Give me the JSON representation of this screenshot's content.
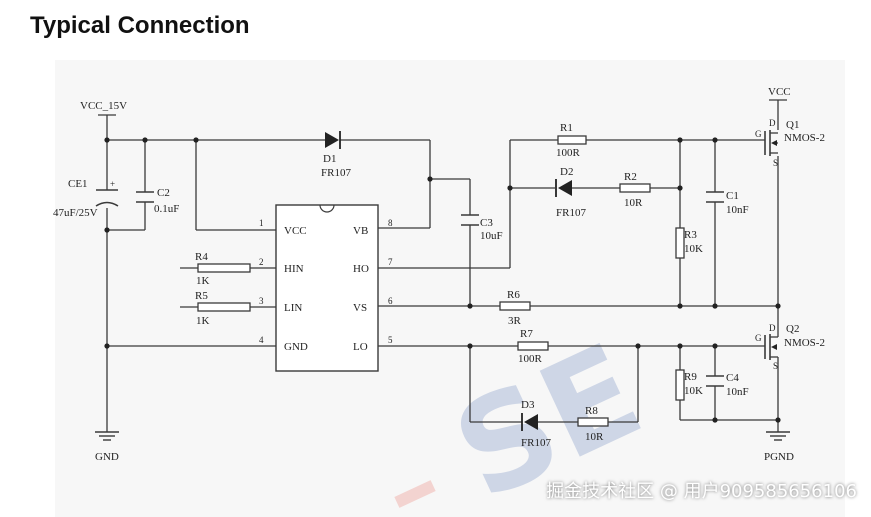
{
  "title": "Typical Connection",
  "supply": {
    "vcc_in": "VCC_15V",
    "vcc_out": "VCC",
    "gnd": "GND",
    "pgnd": "PGND"
  },
  "ic": {
    "left_pins": [
      {
        "num": "1",
        "name": "VCC"
      },
      {
        "num": "2",
        "name": "HIN"
      },
      {
        "num": "3",
        "name": "LIN"
      },
      {
        "num": "4",
        "name": "GND"
      }
    ],
    "right_pins": [
      {
        "num": "8",
        "name": "VB"
      },
      {
        "num": "7",
        "name": "HO"
      },
      {
        "num": "6",
        "name": "VS"
      },
      {
        "num": "5",
        "name": "LO"
      }
    ]
  },
  "components": {
    "ce1": {
      "ref": "CE1",
      "value": "47uF/25V",
      "plus": "+"
    },
    "c2": {
      "ref": "C2",
      "value": "0.1uF"
    },
    "c3": {
      "ref": "C3",
      "value": "10uF"
    },
    "c1": {
      "ref": "C1",
      "value": "10nF"
    },
    "c4": {
      "ref": "C4",
      "value": "10nF"
    },
    "d1": {
      "ref": "D1",
      "value": "FR107"
    },
    "d2": {
      "ref": "D2",
      "value": "FR107"
    },
    "d3": {
      "ref": "D3",
      "value": "FR107"
    },
    "r1": {
      "ref": "R1",
      "value": "100R"
    },
    "r2": {
      "ref": "R2",
      "value": "10R"
    },
    "r3": {
      "ref": "R3",
      "value": "10K"
    },
    "r4": {
      "ref": "R4",
      "value": "1K"
    },
    "r5": {
      "ref": "R5",
      "value": "1K"
    },
    "r6": {
      "ref": "R6",
      "value": "3R"
    },
    "r7": {
      "ref": "R7",
      "value": "100R"
    },
    "r8": {
      "ref": "R8",
      "value": "10R"
    },
    "r9": {
      "ref": "R9",
      "value": "10K"
    },
    "q1": {
      "ref": "Q1",
      "value": "NMOS-2"
    },
    "q2": {
      "ref": "Q2",
      "value": "NMOS-2"
    }
  },
  "mosfet_pins": {
    "g": "G",
    "d": "D",
    "s": "S"
  },
  "watermark": {
    "logo": "SE",
    "text": "掘金技术社区 @ 用户909585656106"
  },
  "colors": {
    "watermark_blue": "#3f63ad",
    "watermark_red": "#e8584a",
    "wire": "#3a3a3a"
  }
}
